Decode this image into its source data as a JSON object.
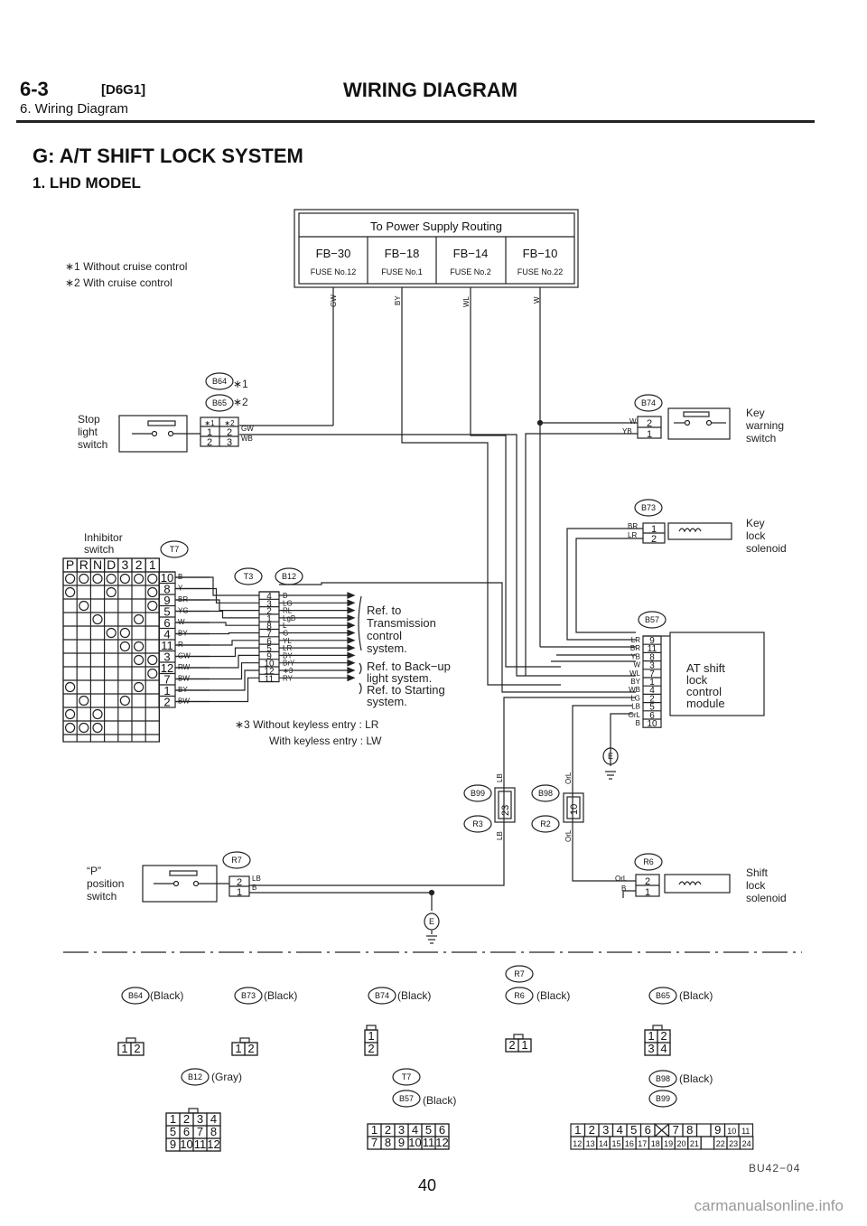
{
  "header": {
    "section": "6-3",
    "code": "[D6G1]",
    "title": "WIRING DIAGRAM",
    "subtitle": "6. Wiring Diagram"
  },
  "section_title": "G: A/T SHIFT LOCK SYSTEM",
  "subsection_title": "1. LHD MODEL",
  "power_supply": {
    "title": "To Power Supply Routing",
    "fuses": [
      {
        "fb": "FB−30",
        "fuse": "FUSE No.12",
        "wire": "GW"
      },
      {
        "fb": "FB−18",
        "fuse": "FUSE No.1",
        "wire": "BY"
      },
      {
        "fb": "FB−14",
        "fuse": "FUSE No.2",
        "wire": "WL"
      },
      {
        "fb": "FB−10",
        "fuse": "FUSE No.22",
        "wire": "W"
      }
    ]
  },
  "notes": {
    "n1": "∗1 Without cruise control",
    "n2": "∗2 With cruise control",
    "n3a": "∗3 Without keyless entry : LR",
    "n3b": "With keyless entry      : LW"
  },
  "components": {
    "stop_light_switch": [
      "Stop",
      "light",
      "switch"
    ],
    "key_warning_switch": [
      "Key",
      "warning",
      "switch"
    ],
    "key_lock_solenoid": [
      "Key",
      "lock",
      "solenoid"
    ],
    "inhibitor_switch": [
      "Inhibitor",
      "switch"
    ],
    "at_shift_lock_module": [
      "AT shift",
      "lock",
      "control",
      "module"
    ],
    "p_position_switch": [
      "“P”",
      "position",
      "switch"
    ],
    "shift_lock_solenoid": [
      "Shift",
      "lock",
      "solenoid"
    ]
  },
  "refs": {
    "transmission": [
      "Ref. to",
      "Transmission",
      "control",
      "system."
    ],
    "backup": [
      "Ref. to Back−up",
      "light system."
    ],
    "starting": [
      "Ref. to Starting",
      "system."
    ]
  },
  "connector_ids": {
    "b64": "B64",
    "b65": "B65",
    "b74": "B74",
    "b73": "B73",
    "t7": "T7",
    "t3": "T3",
    "b12": "B12",
    "b57": "B57",
    "b99": "B99",
    "r3": "R3",
    "b98": "B98",
    "r2": "R2",
    "r7": "R7",
    "r6": "R6",
    "e": "E"
  },
  "marks": {
    "star1": "∗1",
    "star2": "∗2"
  },
  "stop_switch_pins": {
    "h1": "∗1",
    "h2": "∗2",
    "r1a": "1",
    "r1b": "2",
    "r2a": "2",
    "r2b": "3",
    "w1": "GW",
    "w2": "WB"
  },
  "key_warn_pins": {
    "p1": "2",
    "p2": "1",
    "w1": "W",
    "w2": "YB"
  },
  "key_lock_pins": {
    "p1": "1",
    "p2": "2",
    "w1": "BR",
    "w2": "LR"
  },
  "p_switch_pins": {
    "p1": "2",
    "p2": "1",
    "w1": "LB",
    "w2": "B"
  },
  "shift_sol_pins": {
    "p1": "2",
    "p2": "1",
    "w1": "OrL",
    "w2": "B"
  },
  "inhibitor": {
    "positions": [
      "P",
      "R",
      "N",
      "D",
      "3",
      "2",
      "1"
    ],
    "pins": [
      "10",
      "8",
      "9",
      "5",
      "6",
      "4",
      "11",
      "3",
      "12",
      "7",
      "1",
      "2"
    ],
    "wires": [
      "B",
      "Y",
      "BR",
      "YG",
      "W",
      "BY",
      "R",
      "GW",
      "RW",
      "BW",
      "BY",
      "BW"
    ]
  },
  "t3_connector": {
    "pins": [
      "4",
      "3",
      "2",
      "1",
      "8",
      "7",
      "6",
      "5",
      "9",
      "10",
      "12",
      "11"
    ],
    "wires": [
      "B",
      "LG",
      "RL",
      "LgB",
      "L",
      "G",
      "YL",
      "LR",
      "BY",
      "BrY",
      "∗3",
      "RY"
    ]
  },
  "b57_connector": {
    "pins": [
      "9",
      "11",
      "8",
      "3",
      "7",
      "1",
      "4",
      "2",
      "5",
      "6",
      "10"
    ],
    "wires": [
      "LR",
      "BR",
      "YB",
      "W",
      "WL",
      "BY",
      "WB",
      "LG",
      "LB",
      "OrL",
      "B"
    ]
  },
  "b99_connector": {
    "wire1": "LB",
    "wire2": "LB",
    "pin": "23"
  },
  "b98_connector": {
    "wire1": "OrL",
    "wire2": "OrL",
    "pin": "10"
  },
  "legend": {
    "b64": "(Black)",
    "b73": "(Black)",
    "b74": "(Black)",
    "r6": "(Black)",
    "b65": "(Black)",
    "b12": "(Gray)",
    "b57": "(Black)",
    "b98": "(Black)",
    "c12": [
      "1",
      "2"
    ],
    "b74_pins": [
      "1",
      "2"
    ],
    "r6_pins": [
      "2",
      "1"
    ],
    "b65_pins": [
      "1",
      "2",
      "3",
      "4"
    ],
    "b12_pins": [
      "1",
      "2",
      "3",
      "4",
      "5",
      "6",
      "7",
      "8",
      "9",
      "10",
      "11",
      "12"
    ],
    "b57_pins": [
      "1",
      "2",
      "3",
      "4",
      "5",
      "6",
      "7",
      "8",
      "9",
      "10",
      "11",
      "12"
    ],
    "b98_top": [
      "1",
      "2",
      "3",
      "4",
      "5",
      "6",
      "",
      "7",
      "8",
      "",
      "9",
      "10",
      "11"
    ],
    "b98_bot": [
      "12",
      "13",
      "14",
      "15",
      "16",
      "17",
      "18",
      "19",
      "20",
      "21",
      "",
      "22",
      "23",
      "24"
    ]
  },
  "page_number": "40",
  "figure_id": "BU42−04",
  "watermark": "carmanualsonline.info"
}
